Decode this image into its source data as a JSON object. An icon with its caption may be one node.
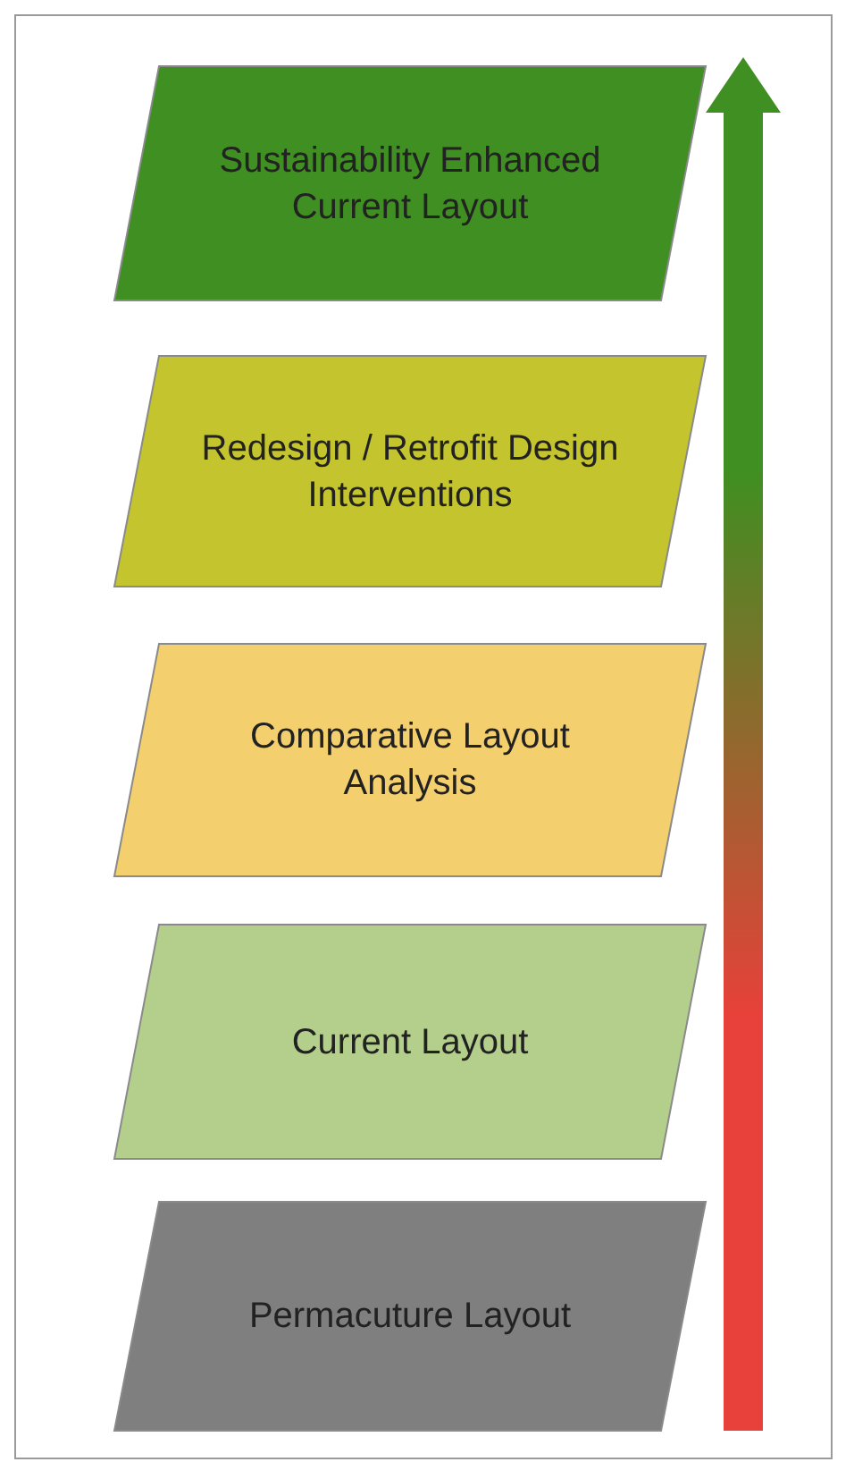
{
  "diagram": {
    "nodes": [
      {
        "text": [
          "Sustainability Enhanced Current Layout"
        ]
      },
      {
        "text": [
          "Redesign / Retrofit Design Interventions"
        ]
      },
      {
        "text": [
          "Comparative Layout Analysis"
        ]
      },
      {
        "text": [
          "Current Layout"
        ]
      },
      {
        "text": [
          "Permacuture Layout"
        ]
      }
    ],
    "edges": []
  }
}
